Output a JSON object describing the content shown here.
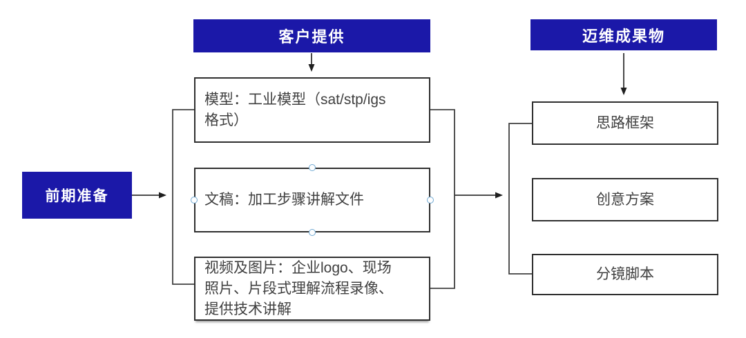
{
  "colors": {
    "accent_blue": "#1B18A8",
    "line_gray": "#404040",
    "box_border": "#2E2E2E",
    "box_text": "#404040",
    "handle_blue": "#6FA8D2"
  },
  "prep": {
    "label": "前期准备"
  },
  "customer_group": {
    "header": "客户提供",
    "boxes": [
      {
        "text": "模型：工业模型（sat/stp/igs\n格式）"
      },
      {
        "text": "文稿：加工步骤讲解文件"
      },
      {
        "text": "视频及图片：企业logo、现场\n照片、片段式理解流程录像、\n提供技术讲解"
      }
    ]
  },
  "deliverable_group": {
    "header": "迈维成果物",
    "boxes": [
      {
        "text": "思路框架"
      },
      {
        "text": "创意方案"
      },
      {
        "text": "分镜脚本"
      }
    ]
  }
}
